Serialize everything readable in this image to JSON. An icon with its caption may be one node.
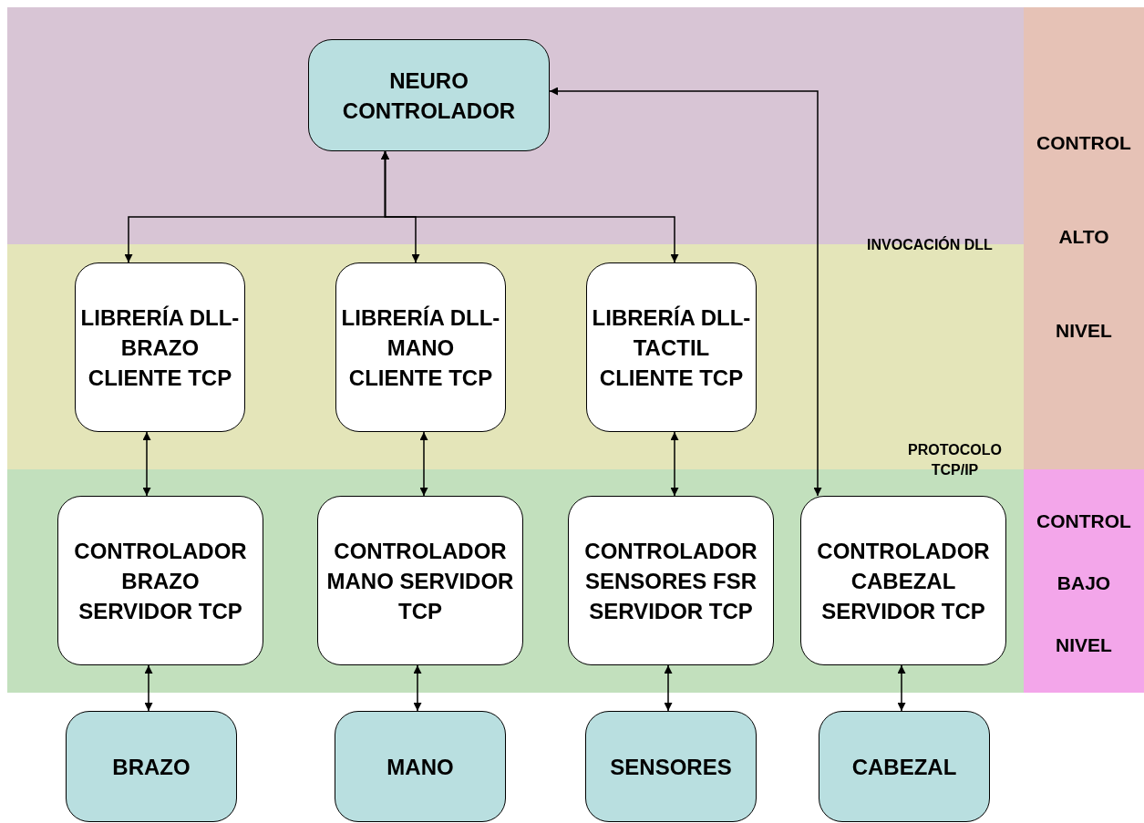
{
  "diagram": {
    "nodes": [
      {
        "text": [
          "NEURO CONTROLADOR"
        ]
      },
      {
        "text": [
          "LIBRERÍA DLL- BRAZO CLIENTE TCP"
        ]
      },
      {
        "text": [
          "LIBRERÍA DLL- MANO CLIENTE TCP"
        ]
      },
      {
        "text": [
          "LIBRERÍA DLL- TACTIL CLIENTE TCP"
        ]
      },
      {
        "text": [
          "CONTROLADOR BRAZO SERVIDOR TCP"
        ]
      },
      {
        "text": [
          "CONTROLADOR MANO SERVIDOR TCP"
        ]
      },
      {
        "text": [
          "CONTROLADOR SENSORES FSR SERVIDOR TCP"
        ]
      },
      {
        "text": [
          "CONTROLADOR CABEZAL SERVIDOR TCP"
        ]
      },
      {
        "text": [
          "BRAZO"
        ]
      },
      {
        "text": [
          "MANO"
        ]
      },
      {
        "text": [
          "SENSORES"
        ]
      },
      {
        "text": [
          "CABEZAL"
        ]
      },
      {
        "text": [
          "CONTROL",
          "ALTO",
          "NIVEL"
        ]
      },
      {
        "text": [
          "CONTROL",
          "BAJO",
          "NIVEL"
        ]
      }
    ],
    "edges": [
      {
        "from": 0,
        "to": 1,
        "arrow": "both"
      },
      {
        "from": 0,
        "to": 2,
        "arrow": "both"
      },
      {
        "from": 0,
        "to": 3,
        "arrow": "both"
      },
      {
        "from": 0,
        "to": 7,
        "arrow": "both"
      },
      {
        "from": 1,
        "to": 4,
        "arrow": "both"
      },
      {
        "from": 2,
        "to": 5,
        "arrow": "both"
      },
      {
        "from": 3,
        "to": 6,
        "arrow": "both"
      },
      {
        "from": 4,
        "to": 8,
        "arrow": "both"
      },
      {
        "from": 5,
        "to": 9,
        "arrow": "both"
      },
      {
        "from": 6,
        "to": 10,
        "arrow": "both"
      },
      {
        "from": 7,
        "to": 11,
        "arrow": "both"
      }
    ],
    "labels": [
      "INVOCACIÓN DLL",
      "PROTOCOLO TCP/IP"
    ]
  }
}
